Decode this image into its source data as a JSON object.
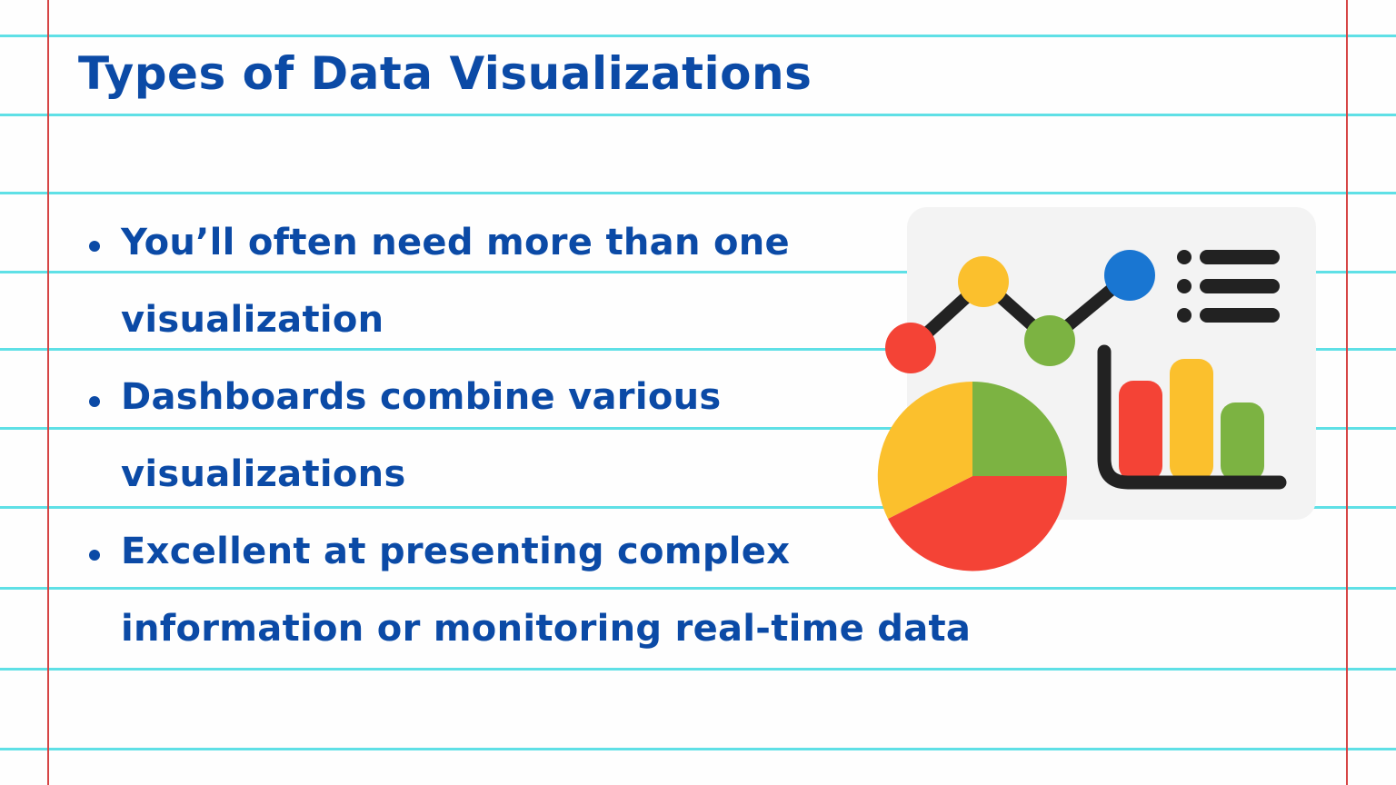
{
  "page": {
    "title": "Types of Data Visualizations",
    "bullets": [
      {
        "lines": [
          "You’ll often need more than one",
          "visualization"
        ]
      },
      {
        "lines": [
          "Dashboards combine various",
          "visualizations"
        ]
      },
      {
        "lines": [
          "Excellent at presenting complex",
          "information or monitoring real-time data"
        ]
      }
    ]
  },
  "illustration": {
    "name": "dashboard-illustration",
    "colors": {
      "red": "#f44336",
      "yellow": "#fbc02d",
      "green": "#7cb342",
      "blue": "#1976d2",
      "dark": "#222222",
      "panel": "#f3f3f3"
    }
  },
  "paper": {
    "rule_color": "#5fe0e6",
    "margin_color": "#d64545",
    "text_color": "#0b4aa6"
  }
}
